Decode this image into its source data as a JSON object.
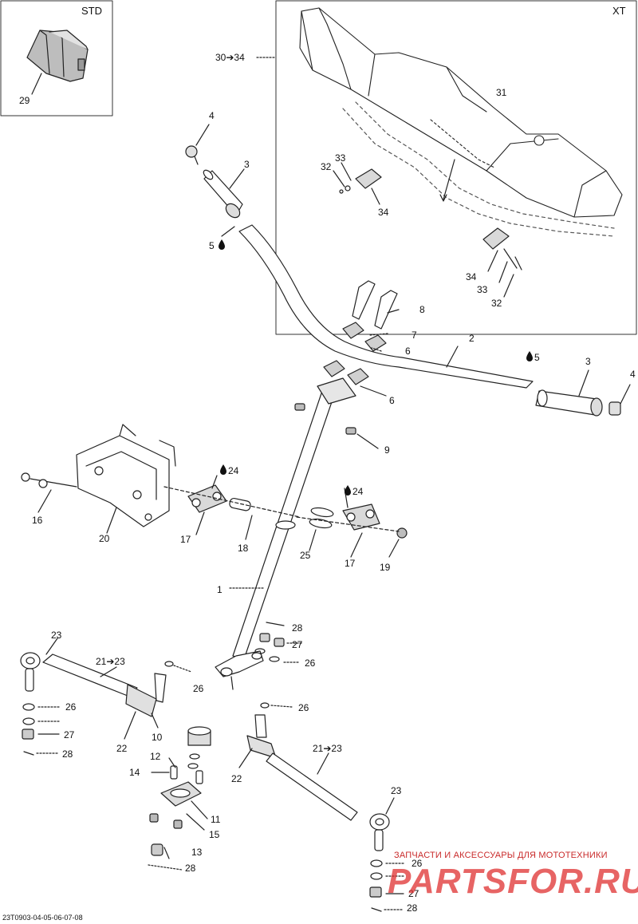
{
  "boxes": {
    "std_label": "STD",
    "xt_label": "XT"
  },
  "callouts": {
    "c29": "29",
    "c30_34": "30➔34",
    "c31": "31",
    "c33_upper": "33",
    "c32_upper": "32",
    "c34_upper": "34",
    "c34_lower": "34",
    "c33_lower": "33",
    "c32_lower": "32",
    "c4_left": "4",
    "c3_left": "3",
    "c5_left": "5",
    "c8": "8",
    "c7": "7",
    "c6_upper": "6",
    "c2": "2",
    "c5_right": "5",
    "c3_right": "3",
    "c4_right": "4",
    "c6_lower": "6",
    "c9": "9",
    "c24_left": "24",
    "c24_right": "24",
    "c16": "16",
    "c20": "20",
    "c17_left": "17",
    "c18": "18",
    "c25": "25",
    "c17_right": "17",
    "c19": "19",
    "c1": "1",
    "c28_upper": "28",
    "c27_upper": "27",
    "c26_mid": "26",
    "c23_left": "23",
    "c21_23_left": "21➔23",
    "c26_left_a": "26",
    "c26_left_b": "26",
    "c26_right_mid": "26",
    "c27_left": "27",
    "c28_left": "28",
    "c22_left": "22",
    "c10": "10",
    "c12": "12",
    "c14": "14",
    "c11": "11",
    "c15": "15",
    "c13": "13",
    "c28_bottom": "28",
    "c22_right": "22",
    "c21_23_right": "21➔23",
    "c23_right": "23",
    "c26_bottom": "26",
    "c27_bottom": "27",
    "c28_right": "28"
  },
  "drawing_code": "23T0903-04-05-06-07-08",
  "watermark": {
    "line1": "ЗАПЧАСТИ И АКСЕССУАРЫ ДЛЯ МОТОТЕХНИКИ",
    "line2": "PARTSFOR.RU"
  }
}
